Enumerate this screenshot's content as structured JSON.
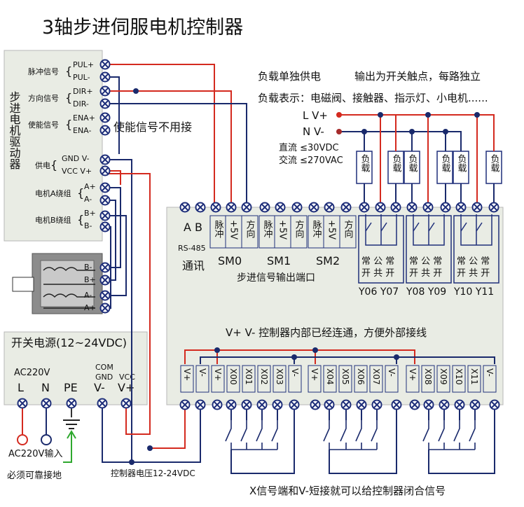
{
  "title": "3轴步进伺服电机控制器",
  "driver": {
    "title": "步进电机驱动器",
    "groups": [
      {
        "label": "脉冲信号",
        "terms": [
          "PUL+",
          "PUL-"
        ]
      },
      {
        "label": "方向信号",
        "terms": [
          "DIR+",
          "DIR-"
        ]
      },
      {
        "label": "使能信号",
        "terms": [
          "ENA+",
          "ENA-"
        ]
      },
      {
        "label": "供电",
        "terms": [
          "GND  V-",
          "VCC  V+"
        ]
      },
      {
        "label": "电机A绕组",
        "terms": [
          "A+",
          "A-"
        ]
      },
      {
        "label": "电机B绕组",
        "terms": [
          "B+",
          "B-"
        ]
      }
    ],
    "enable_note": "使能信号不用接"
  },
  "motor": {
    "terms": [
      "B-",
      "B+",
      "A-",
      "A+"
    ]
  },
  "psu": {
    "title": "开关电源(12~24VDC)",
    "ac_label": "AC220V",
    "terms": [
      "L",
      "N",
      "PE",
      "V-",
      "V+"
    ],
    "com_gnd": "COM\nGND",
    "com": "COM",
    "gnd": "GND",
    "vcc": "VCC"
  },
  "notes": {
    "load_supply": "负载单独供电",
    "output_type": "输出为开关触点，每路独立",
    "load_types": "负载表示：电磁阀、接触器、指示灯、小电机......",
    "lplus": "L  V+",
    "nminus": "N  V-",
    "dc": "直流 ≤30VDC",
    "ac": "交流 ≤270VAC",
    "load": "负载",
    "ac_input": "AC220V输入",
    "ground": "必须可靠接地",
    "ctrl_voltage": "控制器电压12-24VDC",
    "x_signal": "X信号端和V-短接就可以给控制器闭合信号",
    "internal": "V+ V- 控制器内部已经连通，方便外部接线"
  },
  "controller": {
    "ab": "A  B",
    "rs485": "RS-485",
    "comm": "通讯",
    "sm_cells": [
      [
        "脉冲",
        "+5V",
        "方向"
      ],
      [
        "脉冲",
        "+5V",
        "方向"
      ],
      [
        "脉冲",
        "+5V",
        "方向"
      ]
    ],
    "sm_labels": [
      "SM0",
      "SM1",
      "SM2"
    ],
    "pulse_port": "步进信号输出端口",
    "relay_labels": [
      "常 公 常",
      "开 共 开"
    ],
    "y_labels": [
      "Y06 Y07",
      "Y08 Y09",
      "Y10 Y11"
    ],
    "bottom_terms": [
      "V+",
      "V-",
      "V+",
      "X00",
      "X01",
      "X02",
      "X03",
      "V-",
      "V+",
      "X04",
      "X05",
      "X06",
      "X07",
      "V-",
      "V+",
      "X08",
      "X09",
      "X10",
      "X11",
      "V-"
    ]
  },
  "colors": {
    "red": "#d42a1f",
    "navy": "#1a2a6c",
    "green": "#2ea82e",
    "panel": "#e9ece4",
    "term": "#1f2f7a"
  }
}
